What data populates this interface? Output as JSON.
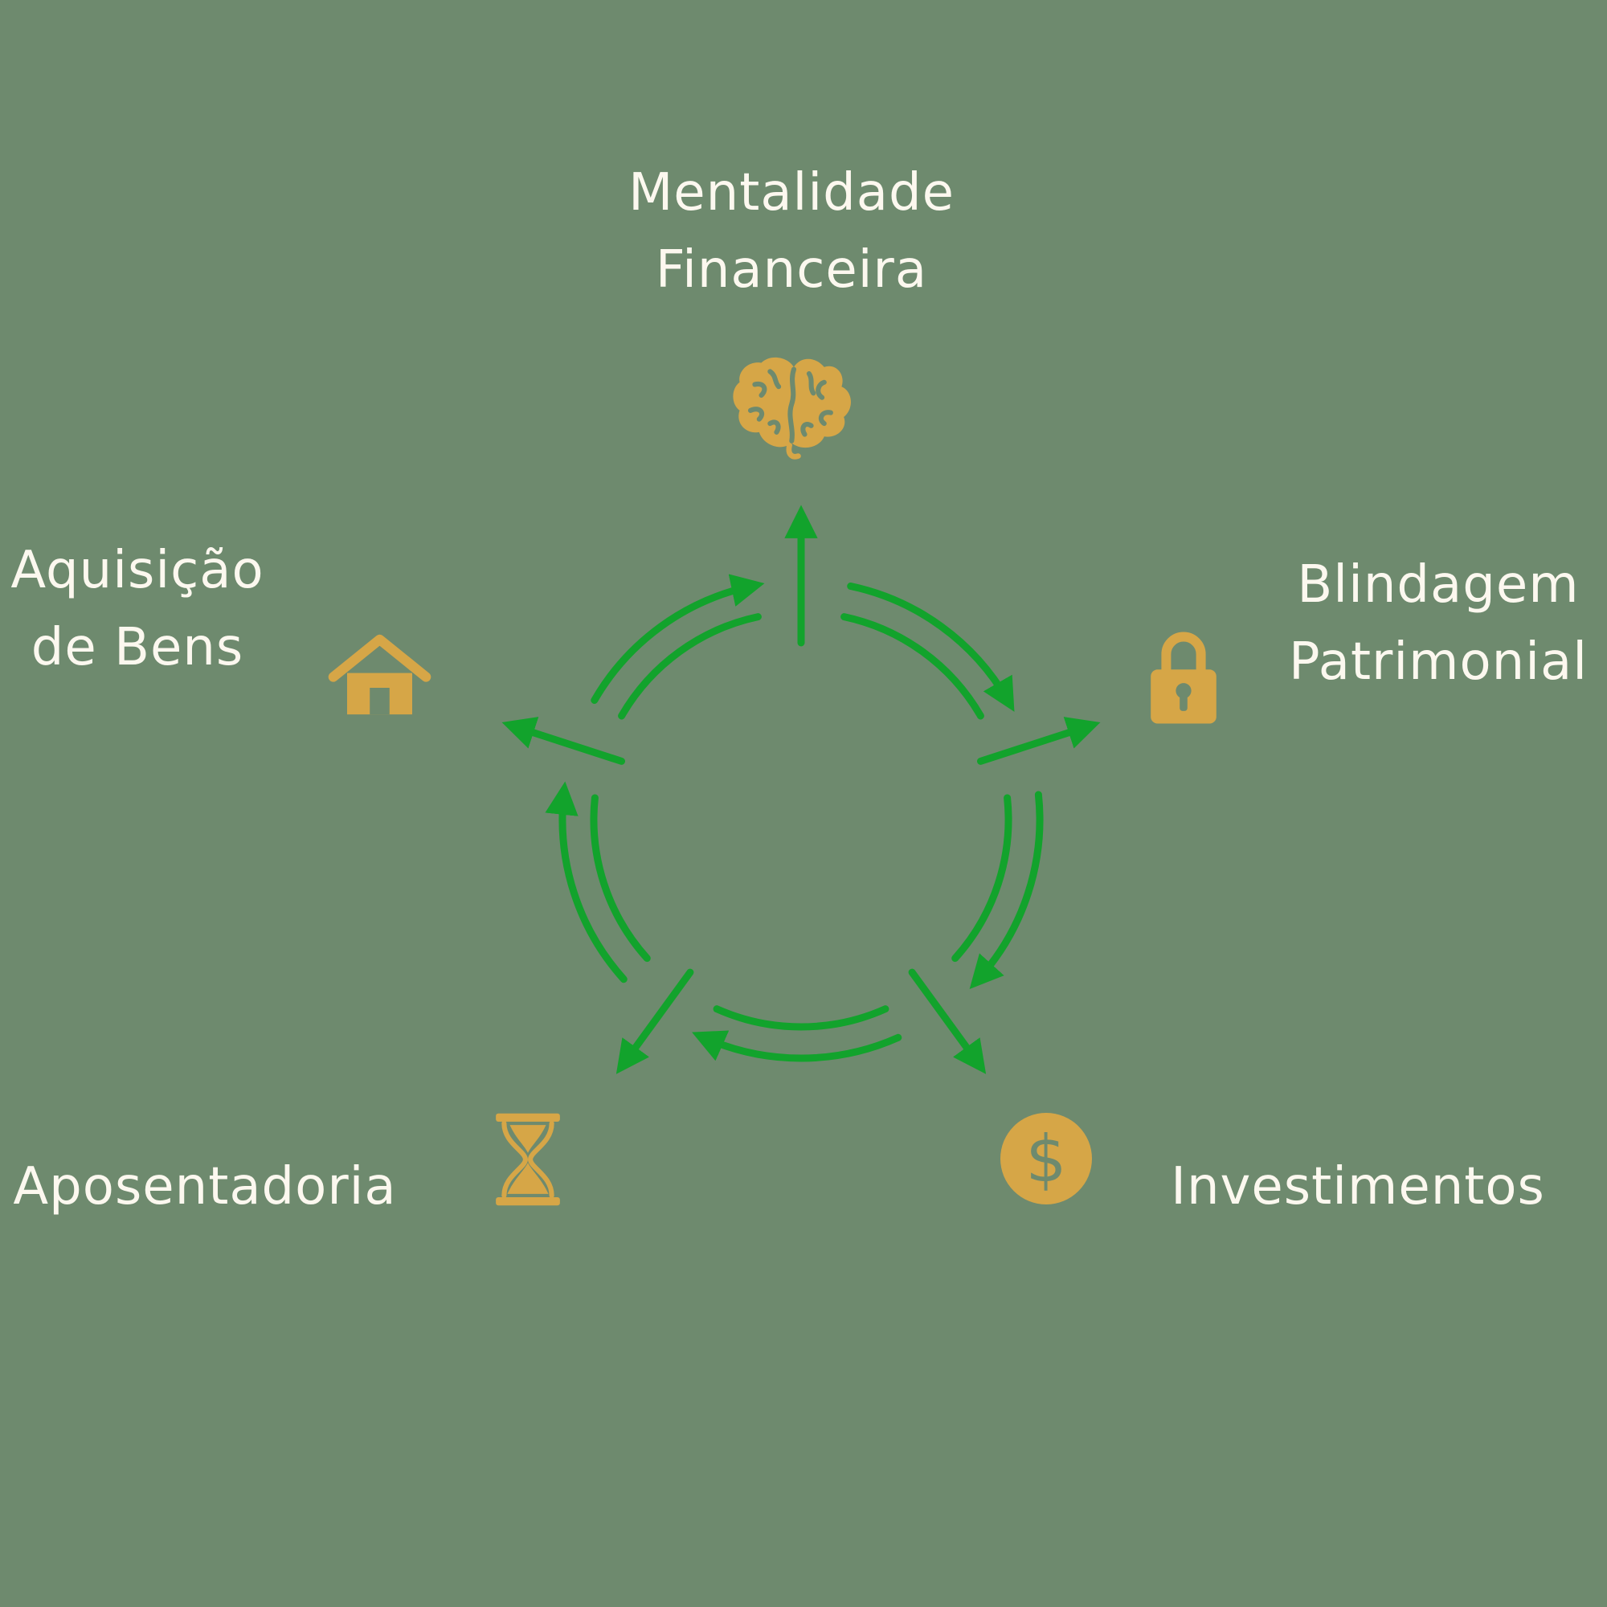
{
  "colors": {
    "background": "#6e8a6e",
    "cycle_green": "#12a32c",
    "icon_gold": "#d6a647",
    "text": "#fcf8ef"
  },
  "icons": {
    "center": "cycle-arrows-icon",
    "dollar_symbol": "$",
    "list": [
      "brain-icon",
      "lock-icon",
      "dollar-coin-icon",
      "hourglass-icon",
      "house-icon",
      "cycle-arrows-icon"
    ]
  },
  "diagram": {
    "type": "cycle",
    "nodes": [
      {
        "id": "mentalidade-financeira",
        "label_line1": "Mentalidade",
        "label_line2": "Financeira",
        "icon": "brain-icon",
        "position": "top"
      },
      {
        "id": "blindagem-patrimonial",
        "label_line1": "Blindagem",
        "label_line2": "Patrimonial",
        "icon": "lock-icon",
        "position": "right"
      },
      {
        "id": "investimentos",
        "label_line1": "Investimentos",
        "icon": "dollar-coin-icon",
        "position": "bottom-right"
      },
      {
        "id": "aposentadoria",
        "label_line1": "Aposentadoria",
        "icon": "hourglass-icon",
        "position": "bottom-left"
      },
      {
        "id": "aquisicao-de-bens",
        "label_line1": "Aquisição",
        "label_line2": "de Bens",
        "icon": "house-icon",
        "position": "left"
      }
    ]
  }
}
